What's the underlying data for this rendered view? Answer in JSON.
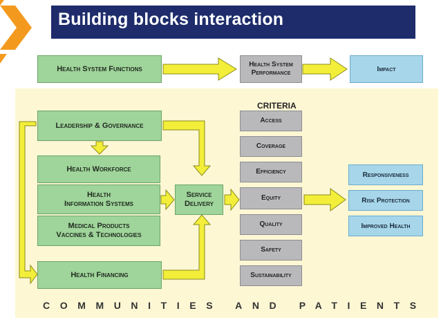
{
  "slide": {
    "title": "Building blocks interaction"
  },
  "top_row": {
    "functions": "Health System Functions",
    "performance_line1": "Health System",
    "performance_line2": "Performance",
    "impact": "Impact"
  },
  "blocks": {
    "leadership": "Leadership & Governance",
    "workforce": "Health Workforce",
    "his_line1": "Health",
    "his_line2": "Information Systems",
    "medical_line1": "Medical Products",
    "medical_line2": "Vaccines & Technologies",
    "financing": "Health Financing",
    "service_line1": "Service",
    "service_line2": "Delivery"
  },
  "criteria": {
    "heading": "CRITERIA",
    "items": [
      "Access",
      "Coverage",
      "Efficiency",
      "Equity",
      "Quality",
      "Safety",
      "Sustainability"
    ]
  },
  "outcomes": [
    "Responsiveness",
    "Risk Protection",
    "Improved Health"
  ],
  "footer": "COMMUNITIES AND PATIENTS",
  "colors": {
    "title_bar": "#1e2c6b",
    "block_green": "#9fd49a",
    "outcome_blue": "#a7d6ea",
    "criteria_gray": "#b9b9bb",
    "arrow_yellow": "#f2ee3a",
    "panel_cream": "#fdf7d4",
    "chevron_orange": "#f39a1e"
  }
}
